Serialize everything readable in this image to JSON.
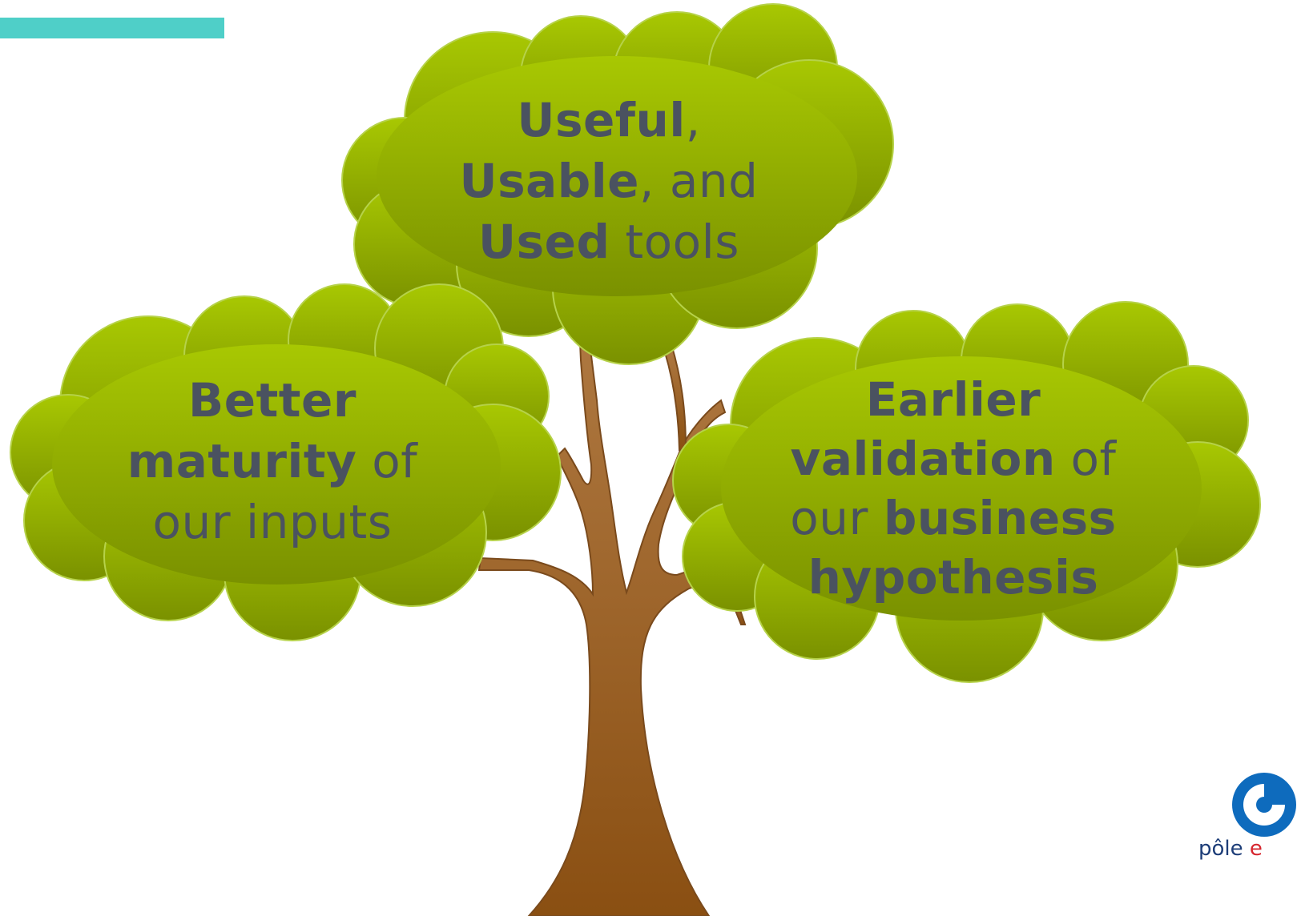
{
  "clouds": {
    "top": {
      "line1": {
        "b": "Useful",
        "n": ","
      },
      "line2": {
        "b": "Usable",
        "n": ", and"
      },
      "line3": {
        "b": "Used",
        "n": " tools"
      }
    },
    "left": {
      "line1": {
        "b": "Better"
      },
      "line2": {
        "b": "maturity",
        "n": " of"
      },
      "line3": {
        "n": "our inputs"
      }
    },
    "right": {
      "line1": {
        "b": "Earlier"
      },
      "line2": {
        "b": "validation",
        "n": " of"
      },
      "line3": {
        "n": "our ",
        "b": "business"
      },
      "line4": {
        "b": "hypothesis"
      }
    }
  },
  "logo": {
    "text_start": "pôle ",
    "text_accent": "e"
  },
  "colors": {
    "accent_bar": "#4fcfc8",
    "cloud_top": "#a8c802",
    "cloud_bottom": "#7a9100",
    "trunk_light": "#b07a43",
    "trunk_dark": "#8a4f12",
    "text": "#4a5260",
    "logo_blue": "#0e6bbd",
    "logo_red": "#d6252d"
  }
}
